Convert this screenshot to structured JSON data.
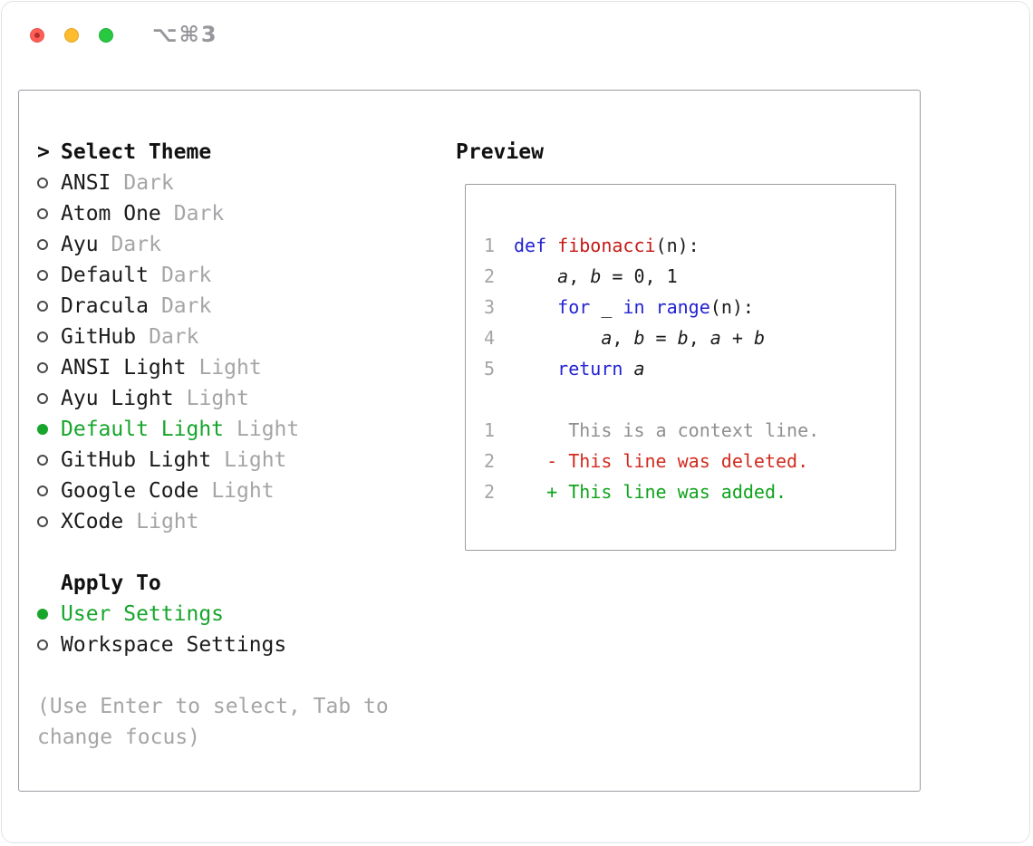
{
  "window": {
    "title": "⌥⌘3"
  },
  "panel": {
    "select_theme": {
      "prompt": ">",
      "header": "Select Theme",
      "items": [
        {
          "name": "ANSI",
          "suffix": "Dark",
          "selected": false
        },
        {
          "name": "Atom One",
          "suffix": "Dark",
          "selected": false
        },
        {
          "name": "Ayu",
          "suffix": "Dark",
          "selected": false
        },
        {
          "name": "Default",
          "suffix": "Dark",
          "selected": false
        },
        {
          "name": "Dracula",
          "suffix": "Dark",
          "selected": false
        },
        {
          "name": "GitHub",
          "suffix": "Dark",
          "selected": false
        },
        {
          "name": "ANSI Light",
          "suffix": "Light",
          "selected": false
        },
        {
          "name": "Ayu Light",
          "suffix": "Light",
          "selected": false
        },
        {
          "name": "Default Light",
          "suffix": "Light",
          "selected": true
        },
        {
          "name": "GitHub Light",
          "suffix": "Light",
          "selected": false
        },
        {
          "name": "Google Code",
          "suffix": "Light",
          "selected": false
        },
        {
          "name": "XCode",
          "suffix": "Light",
          "selected": false
        }
      ]
    },
    "apply_to": {
      "header": "Apply To",
      "options": [
        {
          "label": "User Settings",
          "selected": true
        },
        {
          "label": "Workspace Settings",
          "selected": false
        }
      ]
    },
    "hint_lines": [
      "(Use Enter to select, Tab to",
      "change focus)"
    ],
    "preview": {
      "header": "Preview",
      "code": [
        {
          "num": "1",
          "segments": [
            {
              "text": "def",
              "style": "keyword"
            },
            {
              "text": " ",
              "style": "plain"
            },
            {
              "text": "fibonacci",
              "style": "func"
            },
            {
              "text": "(n):",
              "style": "plain"
            }
          ]
        },
        {
          "num": "2",
          "segments": [
            {
              "text": "    ",
              "style": "plain"
            },
            {
              "text": "a",
              "style": "italic"
            },
            {
              "text": ", ",
              "style": "plain"
            },
            {
              "text": "b",
              "style": "italic"
            },
            {
              "text": " = 0, 1",
              "style": "plain"
            }
          ]
        },
        {
          "num": "3",
          "segments": [
            {
              "text": "    ",
              "style": "plain"
            },
            {
              "text": "for",
              "style": "keyword"
            },
            {
              "text": " _ ",
              "style": "plain"
            },
            {
              "text": "in",
              "style": "keyword"
            },
            {
              "text": " ",
              "style": "plain"
            },
            {
              "text": "range",
              "style": "keyword"
            },
            {
              "text": "(n):",
              "style": "plain"
            }
          ]
        },
        {
          "num": "4",
          "segments": [
            {
              "text": "        ",
              "style": "plain"
            },
            {
              "text": "a",
              "style": "italic"
            },
            {
              "text": ", ",
              "style": "plain"
            },
            {
              "text": "b",
              "style": "italic"
            },
            {
              "text": " = ",
              "style": "plain"
            },
            {
              "text": "b",
              "style": "italic"
            },
            {
              "text": ", ",
              "style": "plain"
            },
            {
              "text": "a",
              "style": "italic"
            },
            {
              "text": " + ",
              "style": "plain"
            },
            {
              "text": "b",
              "style": "italic"
            }
          ]
        },
        {
          "num": "5",
          "segments": [
            {
              "text": "    ",
              "style": "plain"
            },
            {
              "text": "return",
              "style": "keyword"
            },
            {
              "text": " ",
              "style": "plain"
            },
            {
              "text": "a",
              "style": "italic"
            }
          ]
        }
      ],
      "diff": [
        {
          "num": "1",
          "text": "     This is a context line.",
          "type": "context"
        },
        {
          "num": "2",
          "text": "   - This line was deleted.",
          "type": "deleted"
        },
        {
          "num": "2",
          "text": "   + This line was added.",
          "type": "added"
        }
      ]
    }
  },
  "colors": {
    "text_black": "#1b1b1b",
    "muted_gray": "#a5a5a8",
    "border_gray": "#9b9ca1",
    "title_gray": "#96969b",
    "selected_green": "#17a52b",
    "added_green": "#0fa31c",
    "deleted_red": "#d12b1f",
    "keyword_blue": "#2323d2",
    "function_red": "#c41a16",
    "traffic_red": "#ff5f57",
    "traffic_yellow": "#febc2e",
    "traffic_green": "#28c840"
  }
}
